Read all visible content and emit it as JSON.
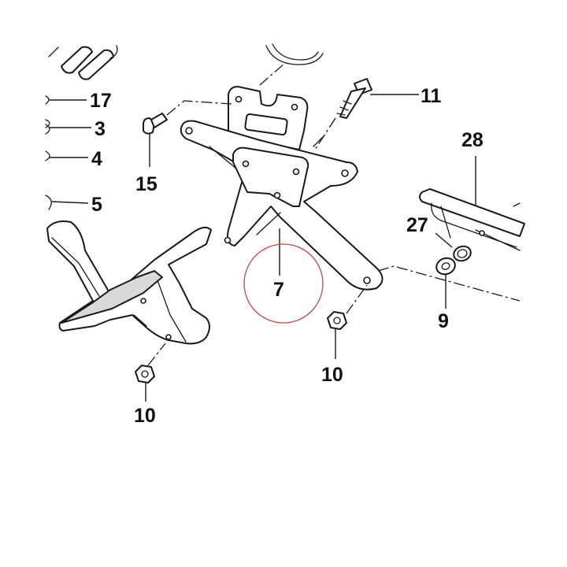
{
  "diagram": {
    "callouts": [
      {
        "id": "c17",
        "label": "17"
      },
      {
        "id": "c3",
        "label": "3"
      },
      {
        "id": "c4",
        "label": "4"
      },
      {
        "id": "c5",
        "label": "5"
      },
      {
        "id": "c15",
        "label": "15"
      },
      {
        "id": "c11",
        "label": "11"
      },
      {
        "id": "c28",
        "label": "28"
      },
      {
        "id": "c27",
        "label": "27"
      },
      {
        "id": "c7",
        "label": "7"
      },
      {
        "id": "c9",
        "label": "9"
      },
      {
        "id": "c10a",
        "label": "10"
      },
      {
        "id": "c10b",
        "label": "10"
      }
    ],
    "highlight_color": "#c8464b",
    "line_color": "#1a1a1a",
    "shade_color": "#d9d9d9"
  }
}
